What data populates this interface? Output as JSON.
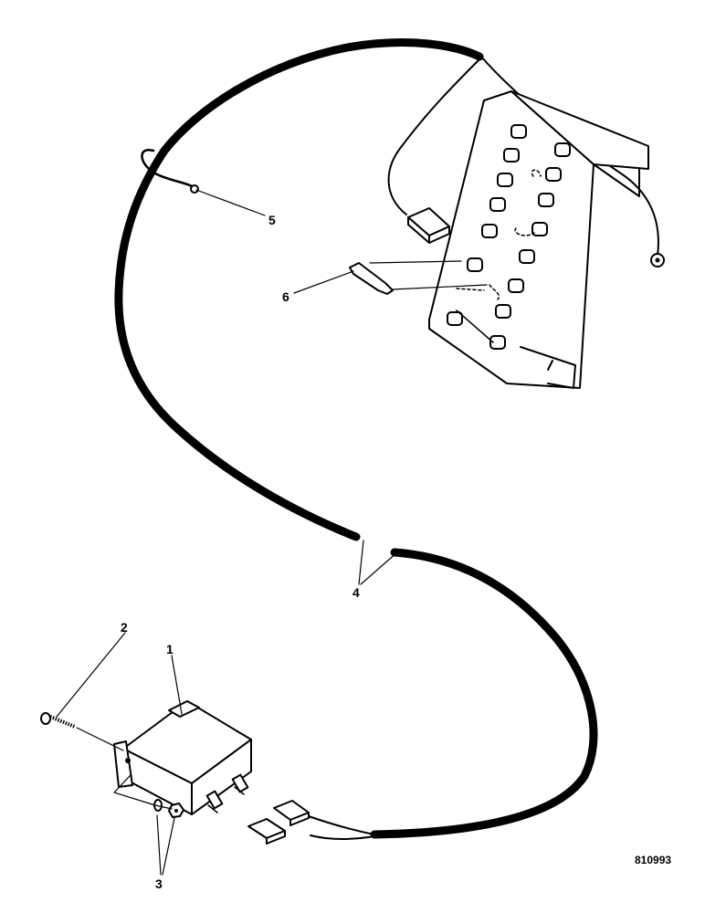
{
  "callouts": {
    "relay": "1",
    "screw": "2",
    "washer_nut": "3",
    "harness": "4",
    "clip": "5",
    "fuse": "6"
  },
  "figure_number": "810993"
}
